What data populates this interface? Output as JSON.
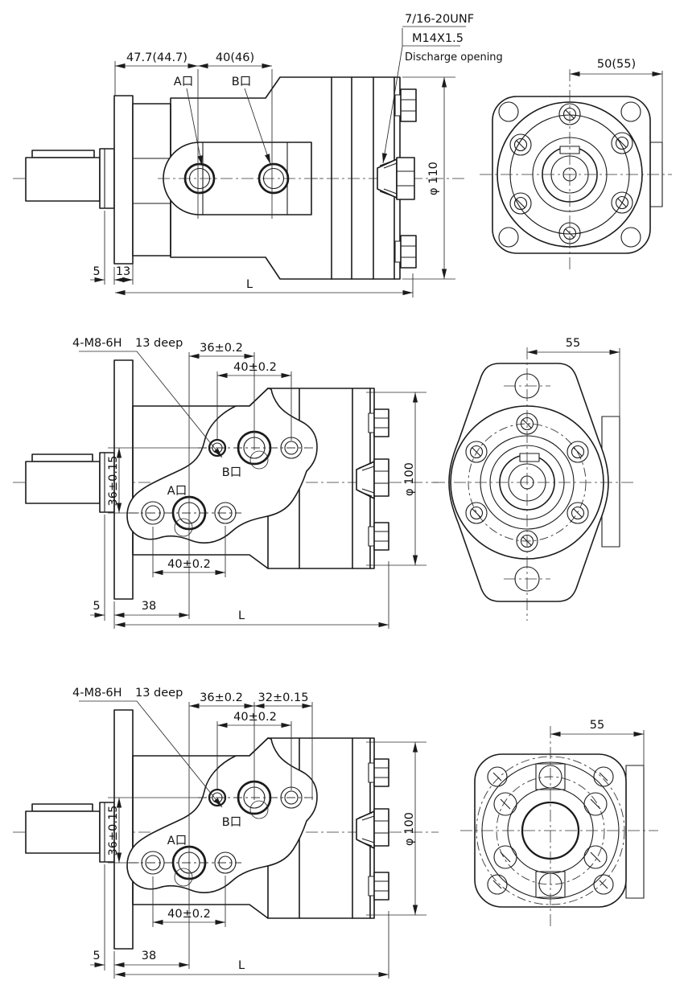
{
  "drawing_type": "hydraulic orbital motor dimensional drawing, three variants (side view + mounting face view)",
  "colors": {
    "line": "#1b1b1b",
    "background": "#ffffff"
  },
  "views": {
    "top": {
      "labels": {
        "thread_unf": "7/16-20UNF",
        "thread_metric": "M14X1.5",
        "discharge": "Discharge opening",
        "port_a": "A口",
        "port_b": "B口"
      },
      "dims": {
        "shaft_to_a": "47.7(44.7)",
        "a_to_b": "40(46)",
        "seal": "5",
        "flange": "13",
        "length": "L",
        "body_dia": "φ 110",
        "bolt_span": "50(55)"
      }
    },
    "middle": {
      "labels": {
        "thread_holes": "4-M8-6H",
        "thread_depth": "13 deep",
        "port_a": "A口",
        "port_b": "B口"
      },
      "dims": {
        "hole_span": "36±0.2",
        "top_pair": "40±0.2",
        "row_span": "36±0.15",
        "bottom_pair": "40±0.2",
        "seal": "5",
        "flange_to_a": "38",
        "length": "L",
        "body_dia": "φ 100",
        "flange_span": "55"
      }
    },
    "bottom": {
      "labels": {
        "thread_holes": "4-M8-6H",
        "thread_depth": "13 deep",
        "port_a": "A口",
        "port_b": "B口"
      },
      "dims": {
        "hole_span": "36±0.2",
        "rear_span": "32±0.15",
        "top_pair": "40±0.2",
        "row_span": "36±0.15",
        "bottom_pair": "40±0.2",
        "seal": "5",
        "flange_to_a": "38",
        "length": "L",
        "body_dia": "φ 100",
        "flange_span": "55"
      }
    }
  }
}
